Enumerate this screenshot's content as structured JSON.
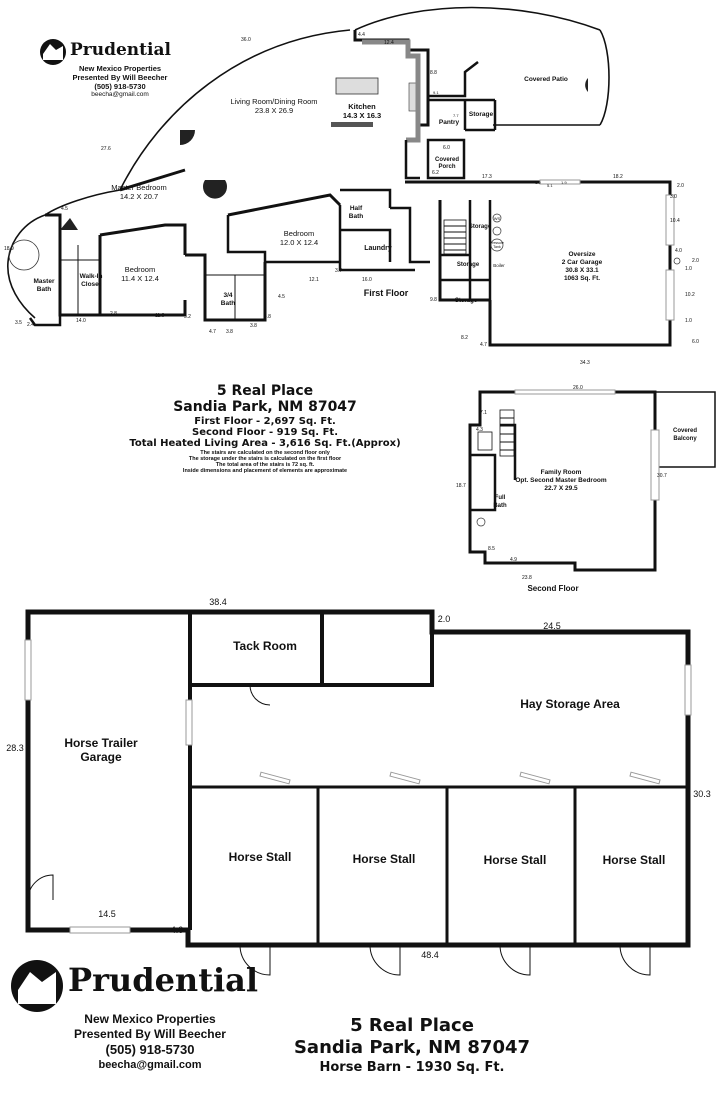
{
  "brand": {
    "name": "Prudential",
    "line1": "New Mexico Properties",
    "line2": "Presented By Will Beecher",
    "phone": "(505) 918-5730",
    "email": "beecha@gmail.com"
  },
  "house": {
    "address1": "5 Real Place",
    "address2": "Sandia Park, NM 87047",
    "first_floor_area": "First Floor - 2,697 Sq. Ft.",
    "second_floor_area": "Second Floor - 919 Sq. Ft.",
    "total_area": "Total Heated Living Area - 3,616 Sq. Ft.(Approx)",
    "notes": [
      "The stairs are calculated on the second floor only",
      "The storage under the stairs is calculated on the first floor",
      "The total area of the stairs is 72 sq. ft.",
      "Inside dimensions and placement of elements are approximate"
    ],
    "first_floor_label": "First Floor",
    "second_floor_label": "Second Floor"
  },
  "rooms_first_floor": {
    "living": "Living Room/Dining Room",
    "living_dim": "23.8 X 26.9",
    "kitchen": "Kitchen",
    "kitchen_dim": "14.3 X 16.3",
    "covered_patio": "Covered Patio",
    "pantry": "Pantry",
    "storage_top": "Storage",
    "covered_porch": "Covered",
    "covered_porch2": "Porch",
    "master_bedroom": "Master Bedroom",
    "master_bedroom_dim": "14.2 X 20.7",
    "half_bath1": "Half",
    "half_bath2": "Bath",
    "bedroom_right": "Bedroom",
    "bedroom_right_dim": "12.0 X 12.4",
    "laundry": "Laundry",
    "bedroom_left": "Bedroom",
    "bedroom_left_dim": "11.4 X 12.4",
    "walkin1": "Walk-In",
    "walkin2": "Closet",
    "master_bath1": "Master",
    "master_bath2": "Bath",
    "bath34_1": "3/4",
    "bath34_2": "Bath",
    "storage_a": "Storage",
    "storage_b": "Storage",
    "storage_c": "Storage",
    "garage1": "Oversize",
    "garage2": "2 Car Garage",
    "garage3": "30.8 X 33.1",
    "garage4": "1063 Sq. Ft.",
    "ws": "WS",
    "boiler": "Boiler",
    "pressure1": "Pressure",
    "pressure2": "Tank"
  },
  "rooms_second_floor": {
    "family1": "Family Room",
    "family2": "Opt. Second Master Bedroom",
    "family3": "22.7 X 29.5",
    "balcony1": "Covered",
    "balcony2": "Balcony",
    "full_bath1": "Full",
    "full_bath2": "Bath"
  },
  "dims_first_floor": [
    "36.0",
    "4.4",
    "12.4",
    "8.8",
    "9.1",
    "7.7",
    "6.0",
    "6.2",
    "27.6",
    "17.3",
    "1.9",
    "5.1",
    "1.9",
    "18.2",
    "2.0",
    "3.0",
    "10.4",
    "4.0",
    "1.0",
    "2.0",
    "10.2",
    "1.0",
    "6.0",
    "34.3",
    "4.7",
    "8.2",
    "9.8",
    "16.0",
    "3.7",
    "12.1",
    "4.5",
    "4.8",
    "3.8",
    "3.8",
    "4.7",
    "5.2",
    "11.9",
    "2.8",
    "14.0",
    "2.4",
    "3.5",
    "18.9",
    "4.5"
  ],
  "dims_second_floor": [
    "26.0",
    "7.1",
    "4.3",
    "18.7",
    "30.7",
    "8.5",
    "4.9",
    "23.8"
  ],
  "barn": {
    "tack_room": "Tack Room",
    "hay": "Hay Storage Area",
    "trailer1": "Horse Trailer",
    "trailer2": "Garage",
    "stall": "Horse Stall",
    "dim_top": "38.4",
    "dim_top2": "2.0",
    "dim_top3": "24.5",
    "dim_left": "28.3",
    "dim_right": "30.3",
    "dim_bottom_left": "14.5",
    "dim_bottom_step": "4.0",
    "dim_bottom": "48.4",
    "address1": "5 Real Place",
    "address2": "Sandia Park, NM 87047",
    "area": "Horse Barn - 1930 Sq. Ft."
  }
}
